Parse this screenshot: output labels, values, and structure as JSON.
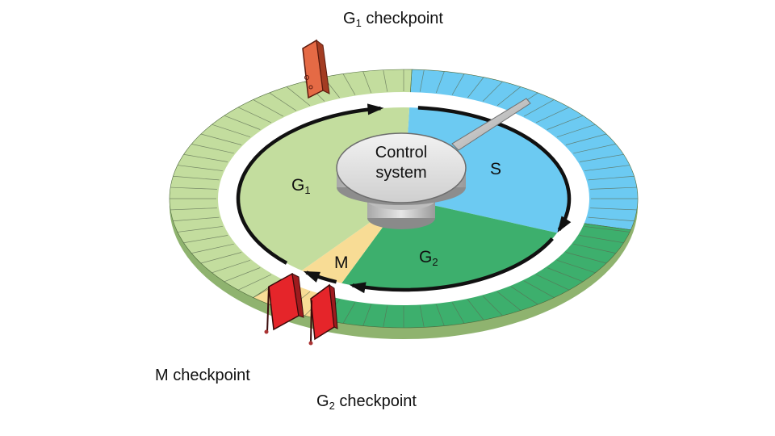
{
  "checkpoints": {
    "g1": {
      "main": "G",
      "sub": "1",
      "suffix": " checkpoint"
    },
    "m": {
      "text": "M checkpoint"
    },
    "g2": {
      "main": "G",
      "sub": "2",
      "suffix": " checkpoint"
    }
  },
  "phases": {
    "g1": {
      "main": "G",
      "sub": "1"
    },
    "s": {
      "text": "S"
    },
    "g2": {
      "main": "G",
      "sub": "2"
    },
    "m": {
      "text": "M"
    }
  },
  "control_system": {
    "line1": "Control",
    "line2": "system"
  },
  "colors": {
    "g1": "#c3dd9e",
    "s": "#6ccaf2",
    "g2": "#3daf6d",
    "m": "#f8dc95",
    "checkpoint_gate": "#e5252a",
    "g1_gate": "#e56a45",
    "arrow": "#111111"
  }
}
